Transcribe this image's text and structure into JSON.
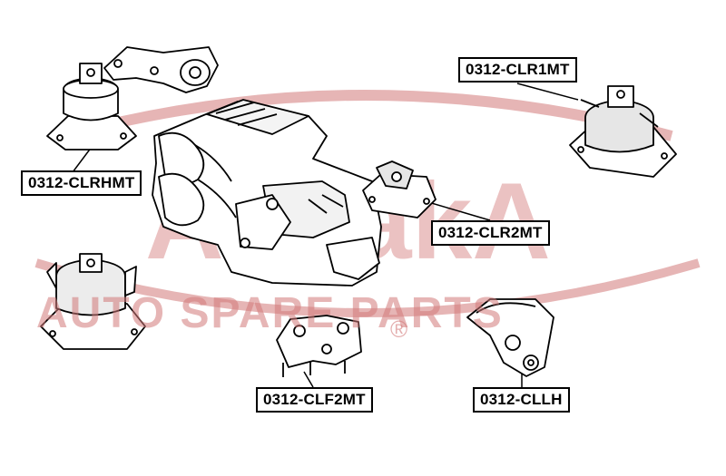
{
  "labels": {
    "clr1mt": "0312-CLR1MT",
    "clrhmt": "0312-CLRHMT",
    "clr2mt": "0312-CLR2MT",
    "clf2mt": "0312-CLF2MT",
    "cllh": "0312-CLLH"
  },
  "watermark": {
    "brand": "AkitakA",
    "tagline": "AUTO SPARE PARTS",
    "registered_mark": "®",
    "color": "#d27878"
  },
  "colors": {
    "line": "#000000",
    "fill": "#ffffff",
    "shade": "#cfcfcf"
  }
}
